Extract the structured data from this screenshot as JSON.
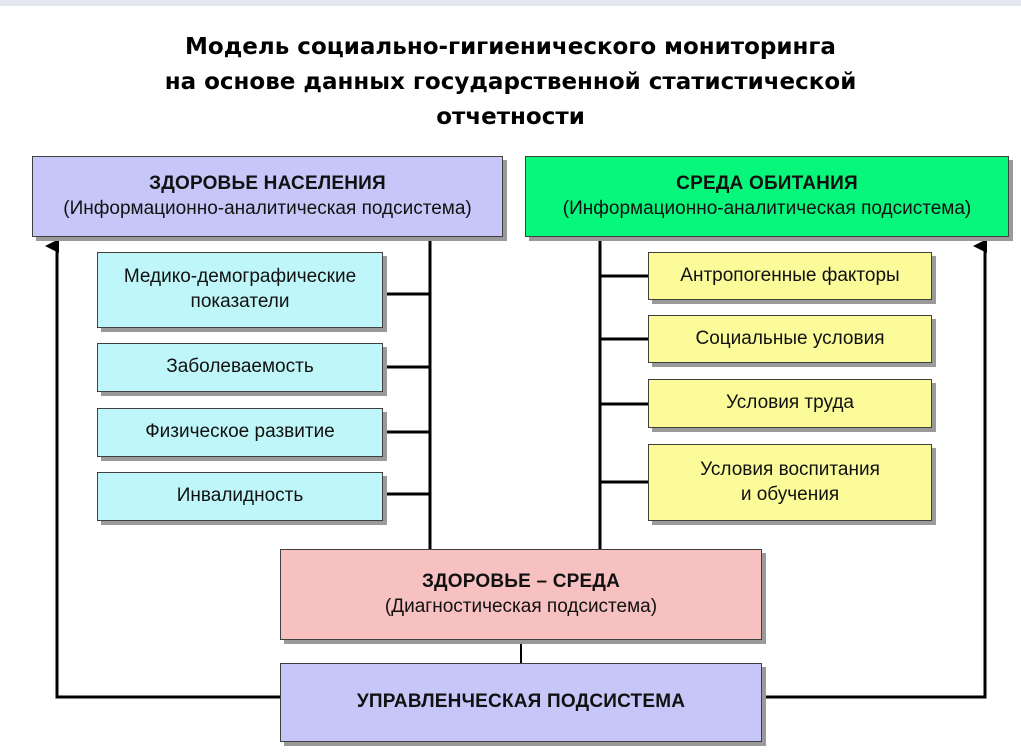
{
  "title": {
    "line1": "Модель социально-гигиенического мониторинга",
    "line2": "на основе данных государственной статистической",
    "line3": "отчетности"
  },
  "health": {
    "heading": "ЗДОРОВЬЕ НАСЕЛЕНИЯ",
    "subtitle": "(Информационно-аналитическая подсистема)",
    "items": [
      {
        "line1": "Медико-демографические",
        "line2": "показатели"
      },
      {
        "line1": "Заболеваемость"
      },
      {
        "line1": "Физическое развитие"
      },
      {
        "line1": "Инвалидность"
      }
    ]
  },
  "environment": {
    "heading": "СРЕДА ОБИТАНИЯ",
    "subtitle": "(Информационно-аналитическая подсистема)",
    "items": [
      {
        "line1": "Антропогенные факторы"
      },
      {
        "line1": "Социальные условия"
      },
      {
        "line1": "Условия труда"
      },
      {
        "line1": "Условия воспитания",
        "line2": "и обучения"
      }
    ]
  },
  "diagnostic": {
    "heading": "ЗДОРОВЬЕ – СРЕДА",
    "subtitle": "(Диагностическая подсистема)"
  },
  "management": {
    "heading": "УПРАВЛЕНЧЕСКАЯ ПОДСИСТЕМА"
  },
  "colors": {
    "health": "#c6c6f8",
    "environment": "#07f67c",
    "health_items": "#bff6f9",
    "environment_items": "#fbfb9a",
    "diagnostic": "#f7c1c1",
    "management": "#c6c6f8"
  }
}
